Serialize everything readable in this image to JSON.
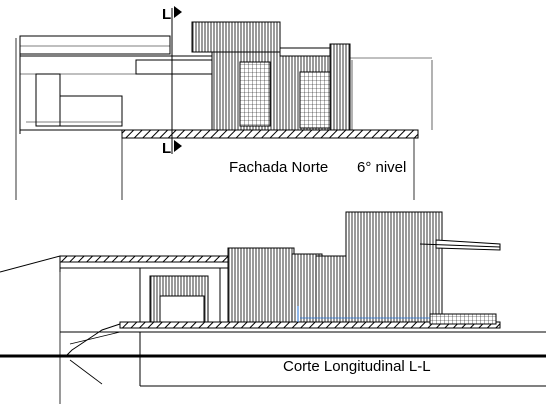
{
  "drawing": {
    "section_mark_top": "L",
    "section_mark_bottom": "L",
    "facade_title": "Fachada Norte",
    "facade_level": "6° nivel",
    "section_title": "Corte Longitudinal L-L"
  },
  "colors": {
    "line": "#000000",
    "background": "#ffffff",
    "accent": "#1f6fd6"
  }
}
